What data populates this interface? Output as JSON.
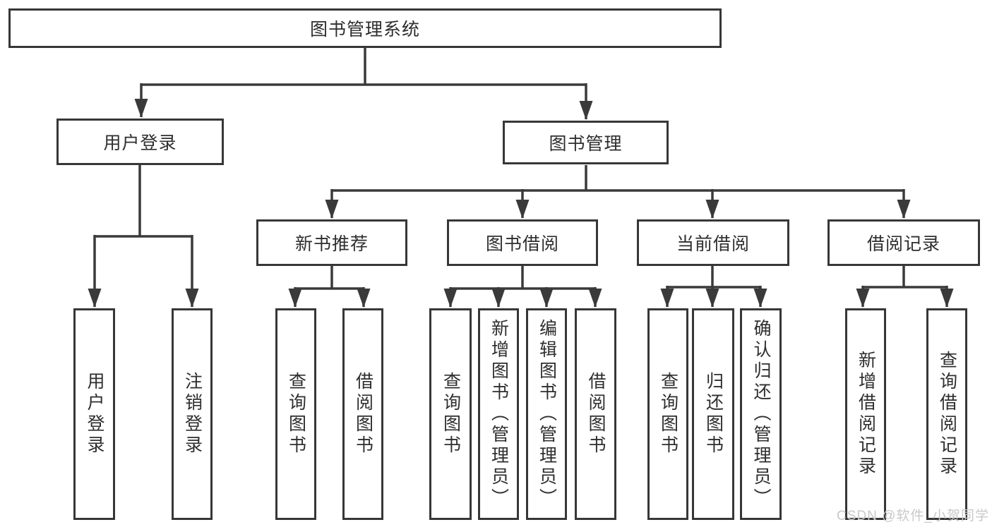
{
  "diagram": {
    "root": {
      "label": "图书管理系统"
    },
    "level2": [
      {
        "label": "用户登录"
      },
      {
        "label": "图书管理",
        "parent": "图书管理系统"
      }
    ],
    "level3": [
      {
        "label": "新书推荐",
        "parent": "图书管理"
      },
      {
        "label": "图书借阅",
        "parent": "图书管理"
      },
      {
        "label": "当前借阅",
        "parent": "图书管理"
      },
      {
        "label": "借阅记录",
        "parent": "图书管理"
      }
    ],
    "leaves": [
      {
        "label": "用户登录",
        "parent": "用户登录"
      },
      {
        "label": "注销登录",
        "parent": "用户登录"
      },
      {
        "label": "查询图书",
        "parent": "新书推荐"
      },
      {
        "label": "借阅图书",
        "parent": "新书推荐"
      },
      {
        "label": "查询图书",
        "parent": "图书借阅"
      },
      {
        "label": "新增图书（管理员）",
        "parent": "图书借阅"
      },
      {
        "label": "编辑图书（管理员）",
        "parent": "图书借阅"
      },
      {
        "label": "借阅图书",
        "parent": "图书借阅"
      },
      {
        "label": "查询图书",
        "parent": "当前借阅"
      },
      {
        "label": "归还图书",
        "parent": "当前借阅"
      },
      {
        "label": "确认归还（管理员）",
        "parent": "当前借阅"
      },
      {
        "label": "新增借阅记录",
        "parent": "借阅记录"
      },
      {
        "label": "查询借阅记录",
        "parent": "借阅记录"
      }
    ],
    "watermark": "CSDN @软件_小贺同学",
    "colors": {
      "line": "#3a3a3a",
      "box_border": "#373737",
      "text": "#2e2e2e",
      "background": "#ffffff",
      "watermark": "#c9c9c9"
    }
  }
}
